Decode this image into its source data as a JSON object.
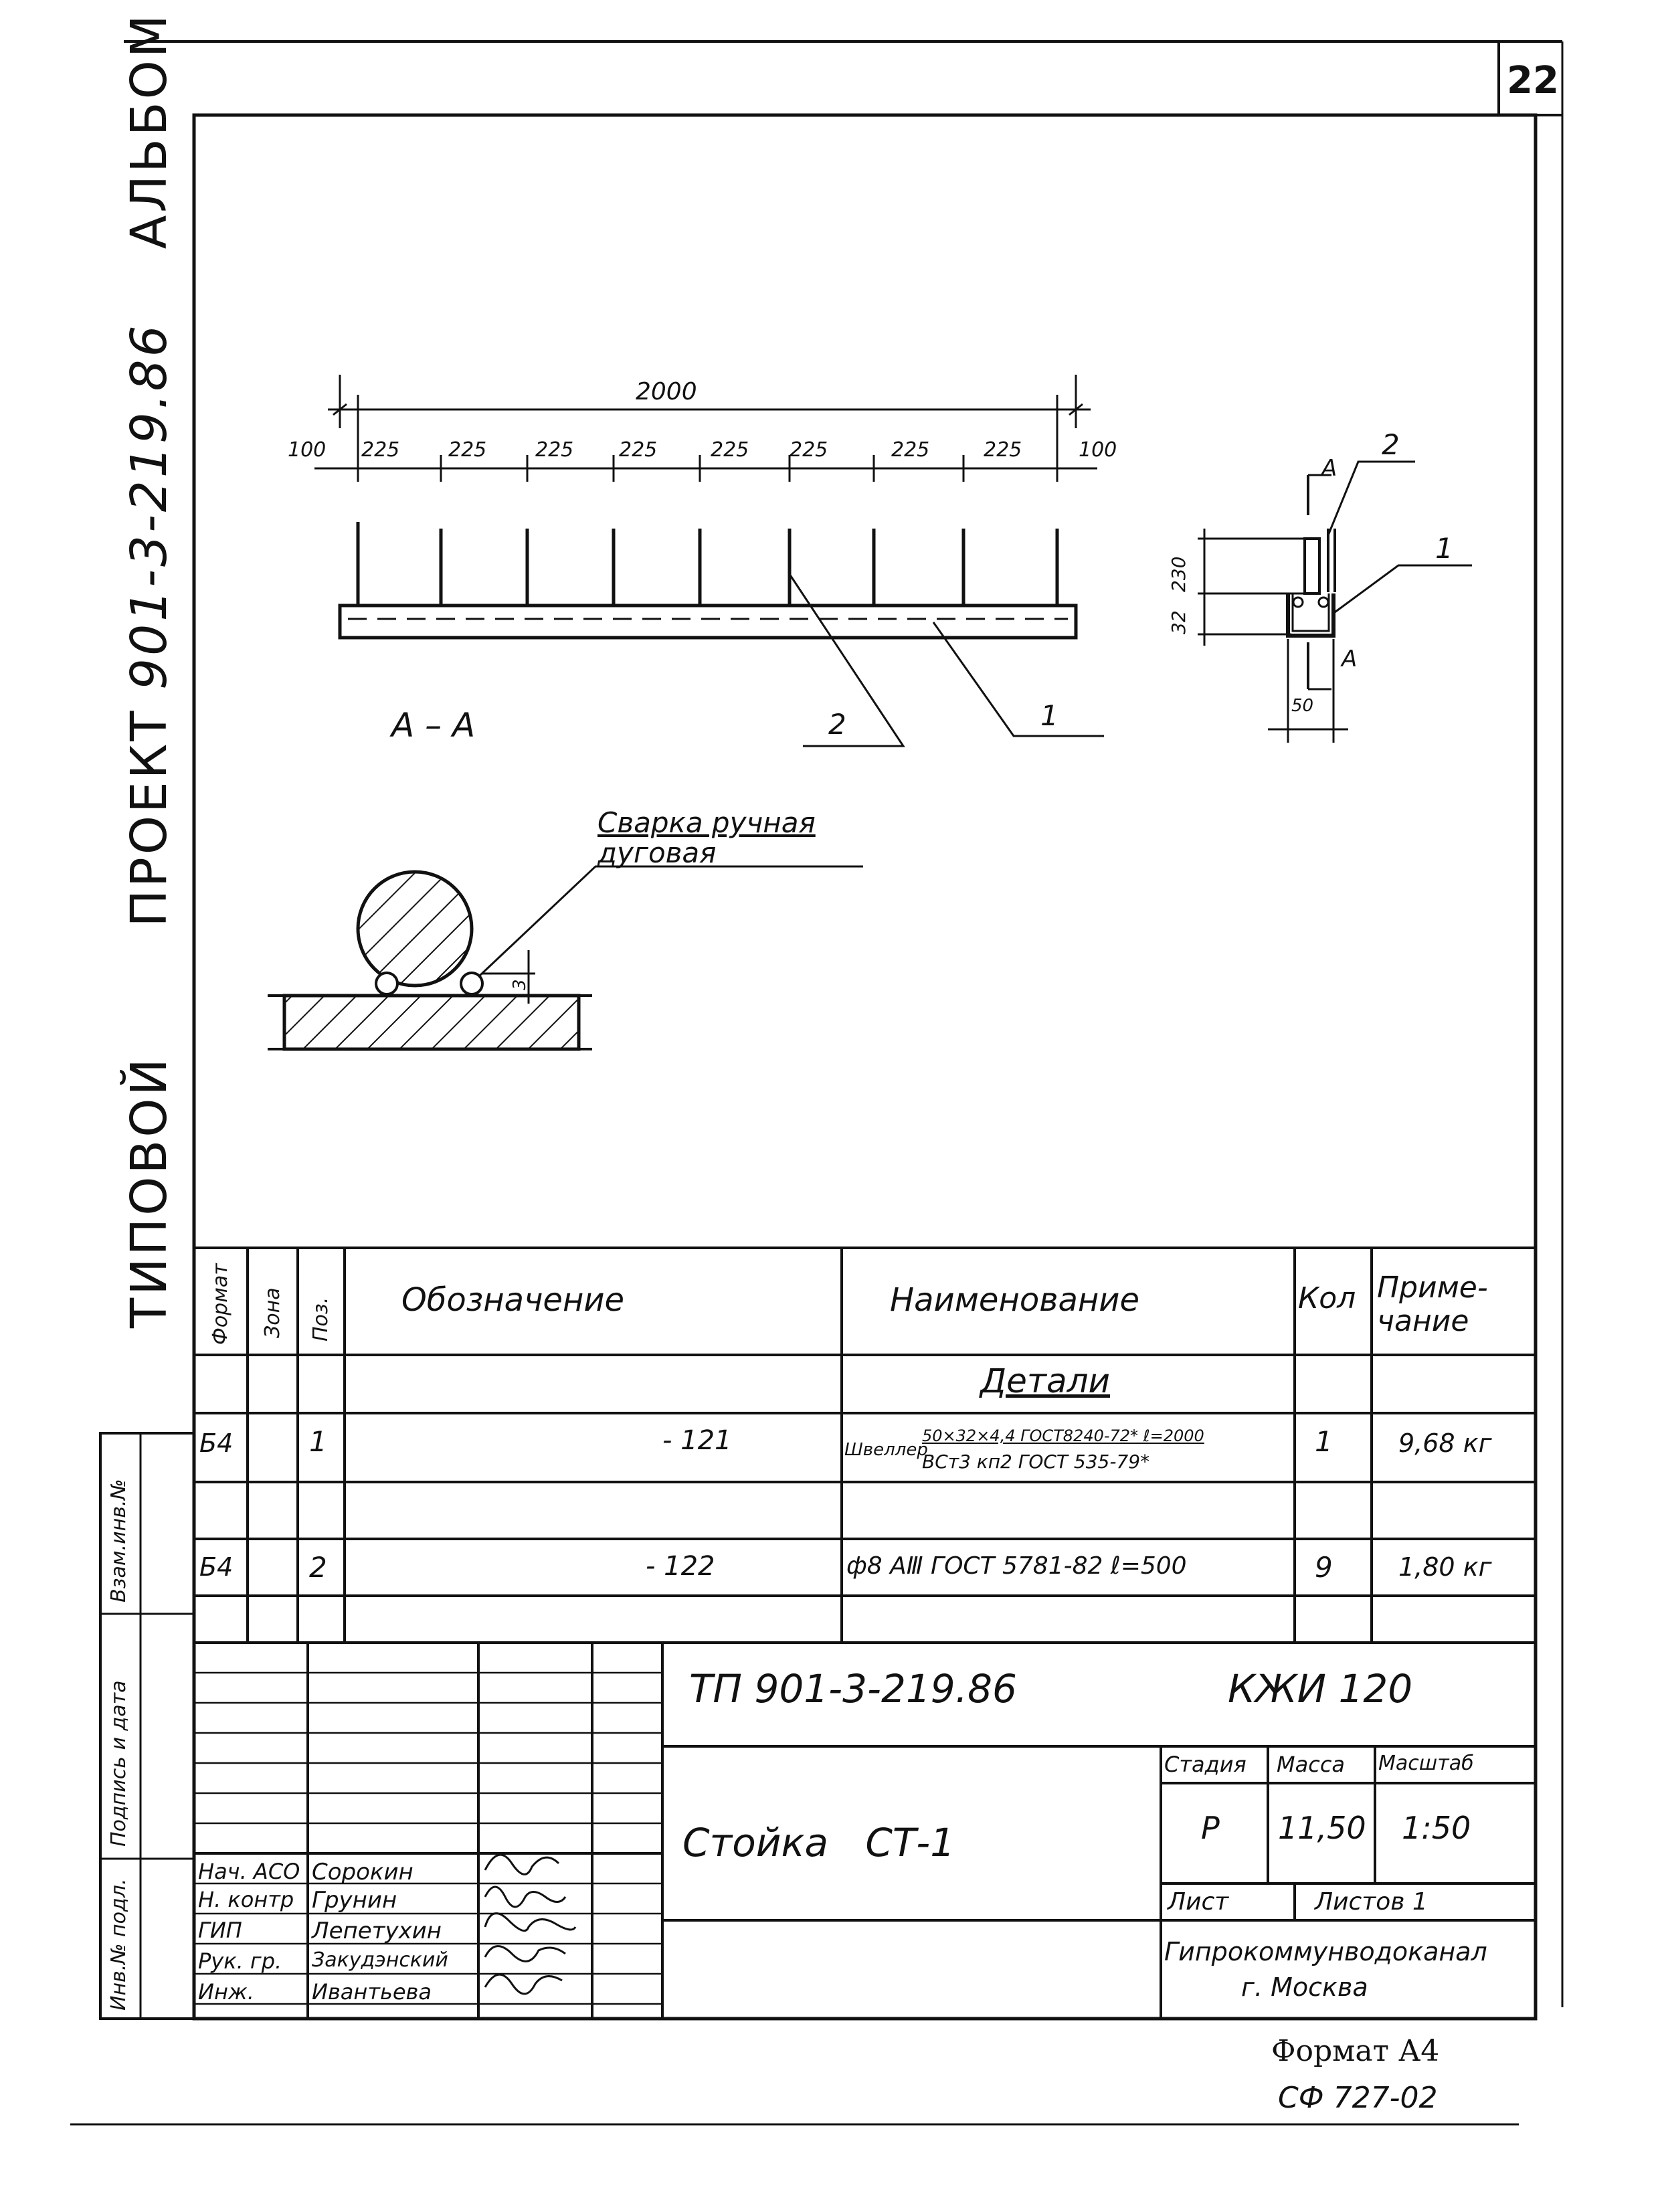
{
  "page_number": "22",
  "side_title": {
    "part1": "ТИПОВОЙ",
    "part2": "ПРОЕКТ",
    "part3": "901-3-219.86",
    "part4": "АЛЬБОМ III"
  },
  "drawing": {
    "overall_dim": "2000",
    "end_dim_left": "100",
    "end_dim_right": "100",
    "spacing_dims": [
      "225",
      "225",
      "225",
      "225",
      "225",
      "225",
      "225",
      "225"
    ],
    "section_label": "А – А",
    "leader_1": "1",
    "leader_2": "2",
    "side_view": {
      "dim_230": "230",
      "dim_32": "32",
      "dim_50": "50",
      "cut_label_top": "А",
      "cut_label_bottom": "А",
      "pos_1": "1",
      "pos_2": "2"
    },
    "weld": {
      "label_line1": "Сварка ручная",
      "label_line2": "дуговая",
      "dim_3": "3"
    }
  },
  "spec": {
    "headers": {
      "format": "Формат",
      "zone": "Зона",
      "pos": "Поз.",
      "designation": "Обозначение",
      "name": "Наименование",
      "qty": "Кол",
      "note": "Приме-\nчание"
    },
    "section_title": "Детали",
    "rows": [
      {
        "format": "Б4",
        "pos": "1",
        "designation": "- 121",
        "name_prefix": "Швеллер",
        "name_top": "50×32×4,4 ГОСТ8240-72* ℓ=2000",
        "name_bottom": "ВСт3 кп2 ГОСТ 535-79*",
        "qty": "1",
        "note": "9,68 кг"
      },
      {
        "format": "Б4",
        "pos": "2",
        "designation": "- 122",
        "name": "ф8 АⅢ ГОСТ 5781-82  ℓ=500",
        "qty": "9",
        "note": "1,80 кг"
      }
    ]
  },
  "left_stamps": [
    "Взам.инв.№",
    "Подпись и дата",
    "Инв.№ подл."
  ],
  "title_block": {
    "code": "ТП 901-3-219.86",
    "mark": "КЖИ 120",
    "object_name": "Стойка   СТ-1",
    "stage_label": "Стадия",
    "mass_label": "Масса",
    "scale_label": "Масштаб",
    "stage": "Р",
    "mass": "11,50",
    "scale": "1:50",
    "sheet_label": "Лист",
    "sheets_label": "Листов 1",
    "organization_line1": "Гипрокоммунводоканал",
    "organization_line2": "г. Москва",
    "people": [
      {
        "role": "Нач. АСО",
        "name": "Сорокин"
      },
      {
        "role": "Н. контр",
        "name": "Грунин"
      },
      {
        "role": "ГИП",
        "name": "Лепетухин"
      },
      {
        "role": "Рук. гр.",
        "name": "Закудэнский"
      },
      {
        "role": "Инж.",
        "name": "Ивантьева"
      }
    ]
  },
  "format_note": "Формат А4",
  "form_code": "СФ 727-02"
}
